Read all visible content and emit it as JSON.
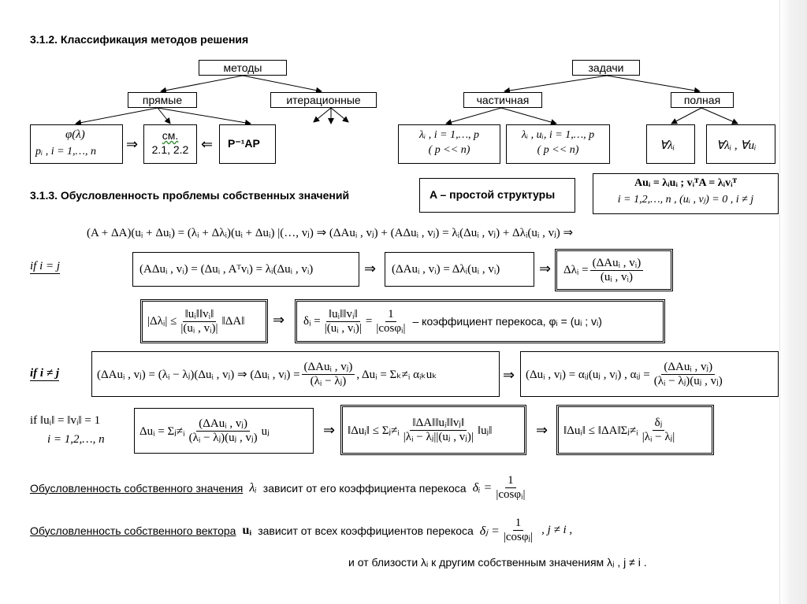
{
  "sections": {
    "classification_title": "3.1.2. Классификация методов решения",
    "conditioning_title": "3.1.3. Обусловленность проблемы собственных значений"
  },
  "tree_methods": {
    "root": "методы",
    "direct": "прямые",
    "iterative": "итерационные",
    "leaf_phi": "φ(λ)",
    "leaf_p": "pᵢ , i = 1,…, n",
    "leaf_see_1": "см.",
    "leaf_see_2": "2.1, 2.2",
    "leaf_pap": "P⁻¹AP",
    "implies": "⇒",
    "implied_by": "⇐"
  },
  "tree_tasks": {
    "root": "задачи",
    "partial": "частичная",
    "full": "полная",
    "leaf1_a": "λᵢ , i = 1,…, p",
    "leaf1_b": "( p << n)",
    "leaf2_a": "λᵢ , uᵢ, i = 1,…, p",
    "leaf2_b": "( p << n)",
    "leaf3": "∀λᵢ",
    "leaf4": "∀λᵢ , ∀uᵢ"
  },
  "structure": {
    "simple": "A – простой структуры",
    "eq1": "Auᵢ = λᵢuᵢ ; vᵢᵀA = λᵢvᵢᵀ",
    "eq2": "i = 1,2,…, n , (uᵢ , vⱼ) = 0 , i ≠ j"
  },
  "formulas": {
    "main": "(A + ΔA)(uᵢ + Δuᵢ) = (λᵢ + Δλᵢ)(uᵢ + Δuᵢ)  |(…, vⱼ)  ⇒  (ΔAuᵢ , vⱼ) + (AΔuᵢ , vⱼ) = λᵢ(Δuᵢ , vⱼ) + Δλᵢ(uᵢ , vⱼ)  ⇒",
    "if_eq_label": "if    i = j",
    "r1_a": "(AΔuᵢ , vᵢ) = (Δuᵢ , Aᵀvᵢ) = λᵢ(Δuᵢ , vᵢ)",
    "r1_b": "(ΔAuᵢ , vᵢ) = Δλᵢ(uᵢ , vᵢ)",
    "r1_c_lhs": "Δλᵢ =",
    "r1_c_num": "(ΔAuᵢ , vᵢ)",
    "r1_c_den": "(uᵢ , vᵢ)",
    "r2_a_lhs": "|Δλᵢ| ≤",
    "r2_a_num": "‖uᵢ‖‖vᵢ‖",
    "r2_a_den": "|(uᵢ , vᵢ)|",
    "r2_a_rhs": "‖ΔA‖",
    "r2_b_lhs": "δᵢ =",
    "r2_b_num": "‖uᵢ‖‖vᵢ‖",
    "r2_b_den": "|(uᵢ , vᵢ)|",
    "r2_b_eq": "=",
    "r2_b_num2": "1",
    "r2_b_den2": "|cosφᵢ|",
    "r2_b_text": "– коэффициент перекоса, φᵢ = (uᵢ ; vᵢ)",
    "if_ne_label": "if    i ≠ j",
    "r3_a_lhs": "(ΔAuᵢ , vⱼ) = (λᵢ − λⱼ)(Δuᵢ , vⱼ) ⇒ (Δuᵢ , vⱼ) =",
    "r3_a_num": "(ΔAuᵢ , vⱼ)",
    "r3_a_den": "(λᵢ − λⱼ)",
    "r3_a_rhs": ",  Δuᵢ = Σₖ≠ᵢ αᵢₖuₖ",
    "r3_b_lhs": "(Δuᵢ , vⱼ) = αᵢⱼ(uⱼ , vⱼ) ,  αᵢⱼ =",
    "r3_b_num": "(ΔAuᵢ , vⱼ)",
    "r3_b_den": "(λᵢ − λⱼ)(uⱼ , vⱼ)",
    "norm_cond1": "if ‖uᵢ‖ = ‖vᵢ‖ = 1",
    "norm_cond2": "i = 1,2,…, n",
    "r4_a_lhs": "Δuᵢ = Σⱼ≠ᵢ",
    "r4_a_num": "(ΔAuᵢ , vⱼ)",
    "r4_a_den": "(λᵢ − λⱼ)(uⱼ , vⱼ)",
    "r4_a_rhs": "uⱼ",
    "r4_b_lhs": "‖Δuᵢ‖ ≤ Σⱼ≠ᵢ",
    "r4_b_num": "‖ΔA‖‖uᵢ‖‖vⱼ‖",
    "r4_b_den": "|λᵢ − λⱼ||(uⱼ , vⱼ)|",
    "r4_b_rhs": "‖uⱼ‖",
    "r4_c_lhs": "‖Δuᵢ‖ ≤ ‖ΔA‖Σⱼ≠ᵢ",
    "r4_c_num": "δⱼ",
    "r4_c_den": "|λᵢ − λⱼ|"
  },
  "conclusions": {
    "c1_underlined": "Обусловленность собственного значения",
    "c1_sym": "λᵢ",
    "c1_rest": "зависит от его коэффициента перекоса",
    "c1_lhs": "δᵢ =",
    "c1_num": "1",
    "c1_den": "|cosφᵢ|",
    "c2_underlined": "Обусловленность собственного вектора",
    "c2_sym": "uᵢ",
    "c2_rest": "зависит от всех коэффициентов перекоса",
    "c2_lhs": "δⱼ =",
    "c2_num": "1",
    "c2_den": "|cosφⱼ|",
    "c2_tail": ",  j ≠ i ,",
    "c3": "и от близости λᵢ к другим собственным значениям λⱼ , j ≠ i ."
  }
}
